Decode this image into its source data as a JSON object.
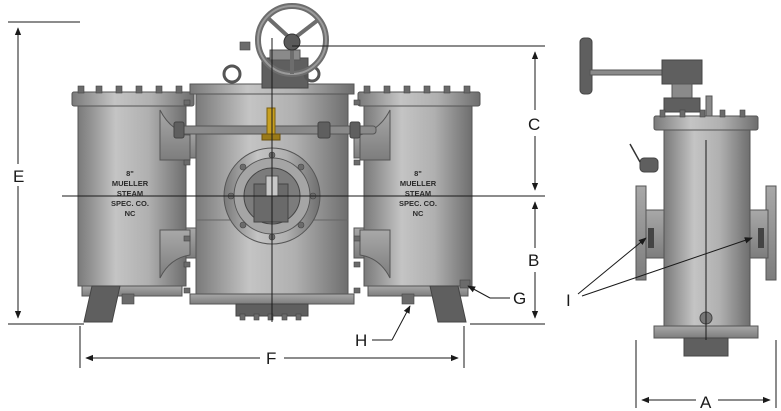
{
  "diagram": {
    "dimension_labels": {
      "A": "A",
      "B": "B",
      "C": "C",
      "E": "E",
      "F": "F",
      "G": "G",
      "H": "H",
      "I": "I"
    },
    "left_basket_stencil": [
      "8\"",
      "MUELLER",
      "STEAM",
      "SPEC. CO.",
      "NC"
    ],
    "right_basket_stencil": [
      "8\"",
      "MUELLER",
      "STEAM",
      "SPEC. CO.",
      "NC"
    ],
    "colors": {
      "metal_light": "#b9b9b9",
      "metal_mid": "#9a9a9a",
      "metal_dark": "#6e6e6e",
      "brass": "#c8a020",
      "line": "#1a1a1a"
    }
  }
}
